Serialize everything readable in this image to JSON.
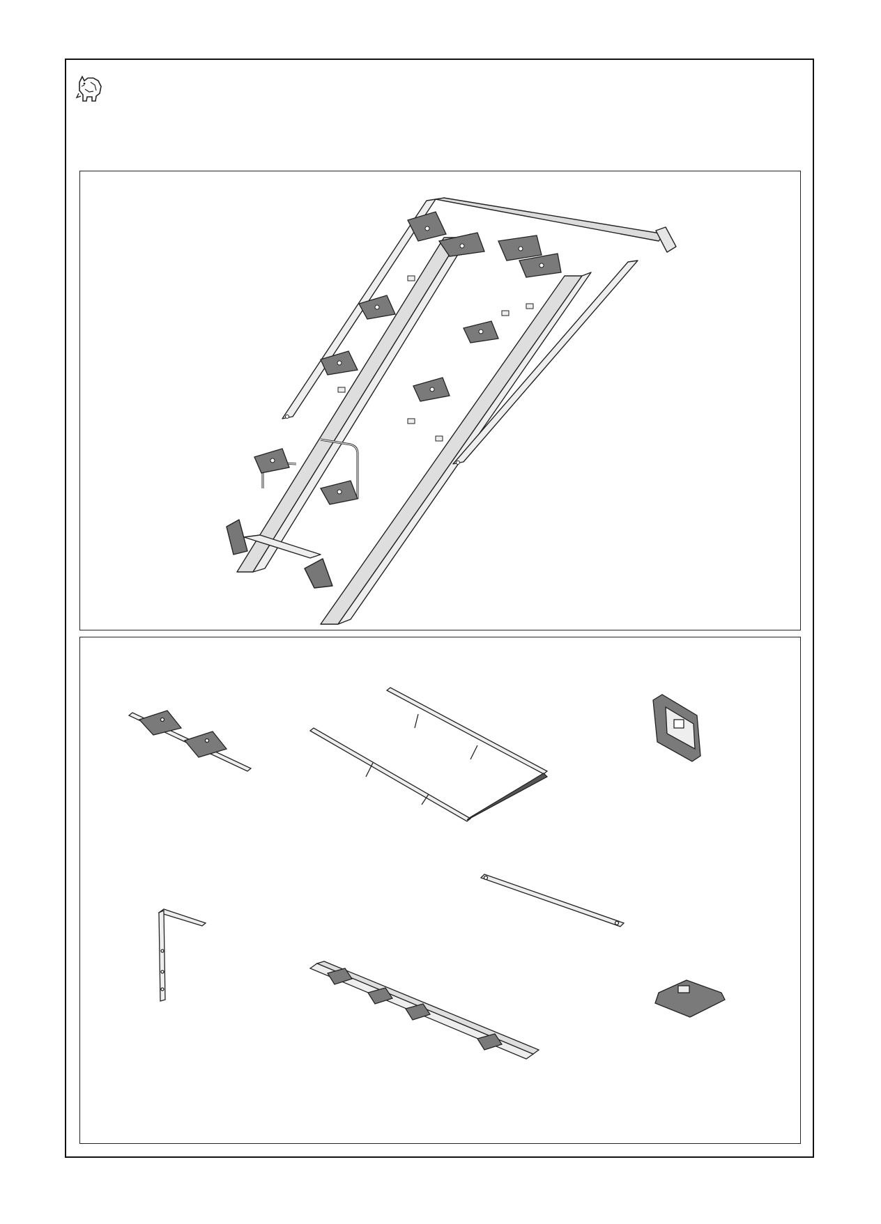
{
  "document": {
    "brand_logo": "rhino-logo-icon",
    "overview_panel": "assembled-rack-illustration",
    "parts_panel": {
      "items": [
        "dual-pad-rail-part",
        "rail-frame-assembly-part",
        "end-cap-part",
        "l-bracket-part",
        "flat-cross-bar-part",
        "channel-rail-with-saddles-part",
        "saddle-pad-part"
      ]
    }
  },
  "colors": {
    "line": "#222222",
    "metal": "#dedede",
    "metal_light": "#eeeeee",
    "pad": "#7a7a7a",
    "pad_dark": "#555555"
  }
}
